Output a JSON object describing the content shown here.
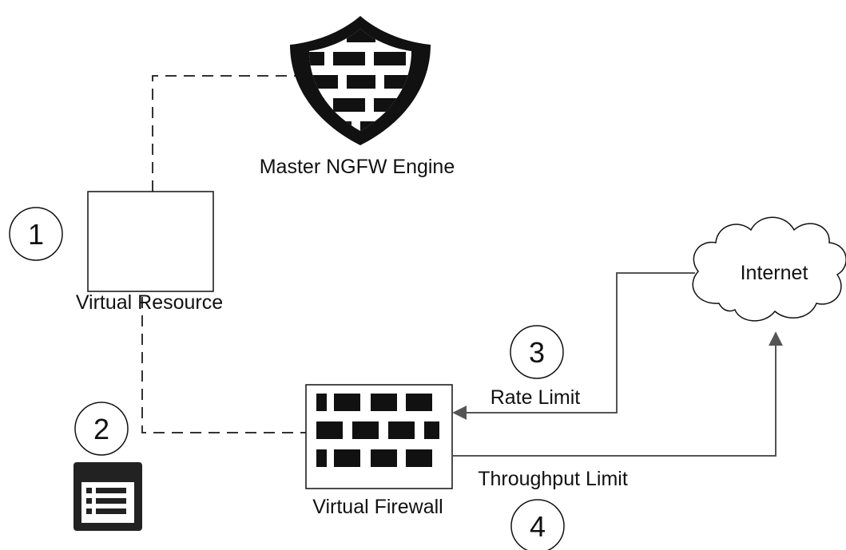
{
  "nodes": {
    "master_engine": {
      "label": "Master NGFW Engine",
      "icon": "shield-firewall-icon"
    },
    "virtual_resource": {
      "label": "Virtual Resource"
    },
    "virtual_firewall": {
      "label": "Virtual Firewall",
      "icon": "brick-wall-icon"
    },
    "internet": {
      "label": "Internet",
      "icon": "cloud-icon"
    },
    "config": {
      "icon": "list-window-icon"
    }
  },
  "steps": [
    "1",
    "2",
    "3",
    "4"
  ],
  "links": {
    "rate_limit": "Rate Limit",
    "throughput_limit": "Throughput Limit"
  },
  "colors": {
    "stroke": "#111111",
    "arrow": "#555555",
    "dashed": "#333333"
  }
}
